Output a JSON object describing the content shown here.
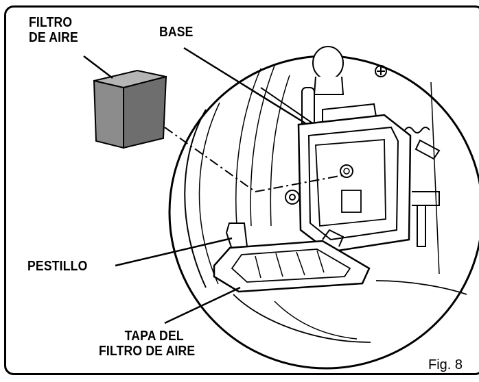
{
  "labels": {
    "air_filter_line1": "FILTRO",
    "air_filter_line2": "DE AIRE",
    "base": "BASE",
    "latch": "PESTILLO",
    "cover_line1": "TAPA DEL",
    "cover_line2": "FILTRO DE AIRE"
  },
  "figure_label": "Fig. 8",
  "colors": {
    "line": "#000000",
    "filter_front": "#8c8c8c",
    "filter_top": "#b5b5b5",
    "filter_side": "#6e6e6e",
    "background": "#ffffff"
  }
}
